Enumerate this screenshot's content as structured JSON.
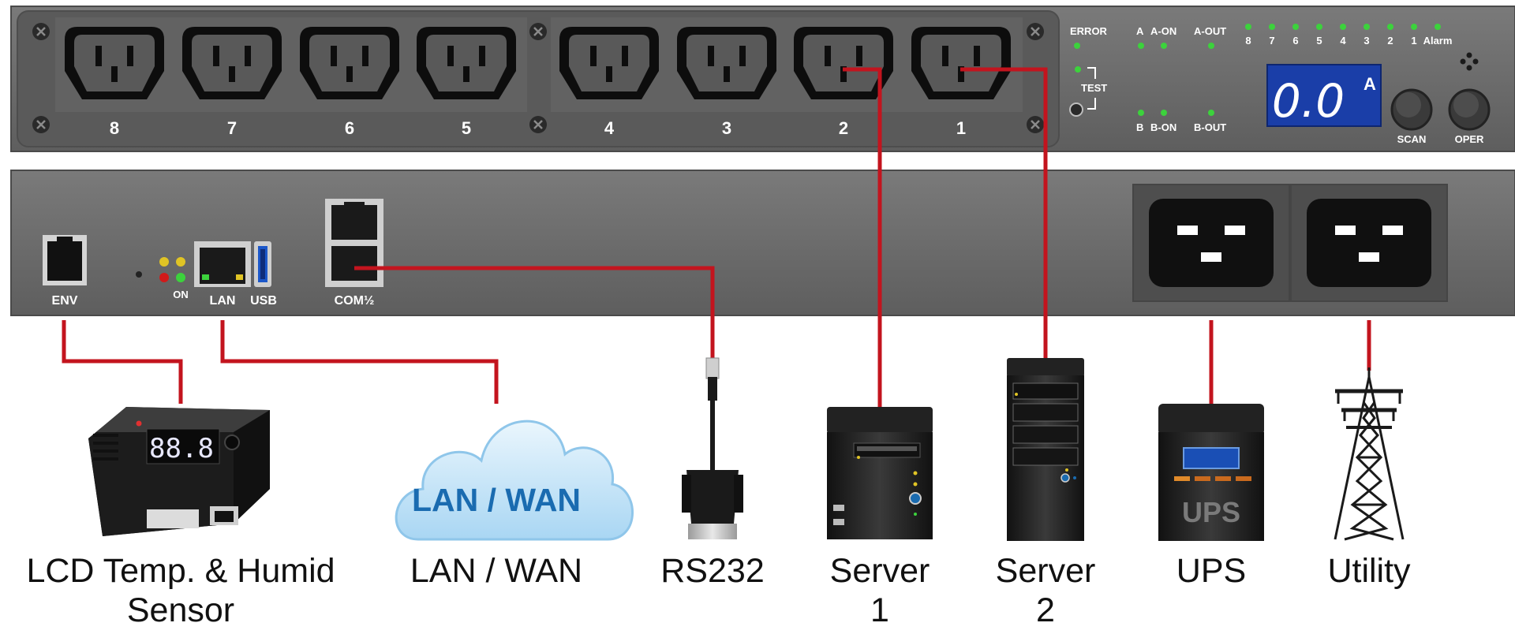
{
  "front_panel": {
    "outlet_numbers": [
      "8",
      "7",
      "6",
      "5",
      "4",
      "3",
      "2",
      "1"
    ],
    "led_labels": {
      "error": "ERROR",
      "test": "TEST",
      "a": "A",
      "a_on": "A-ON",
      "a_out": "A-OUT",
      "b": "B",
      "b_on": "B-ON",
      "b_out": "B-OUT",
      "outlet_leds": [
        "8",
        "7",
        "6",
        "5",
        "4",
        "3",
        "2",
        "1"
      ],
      "alarm": "Alarm"
    },
    "display": {
      "value": "0.0",
      "unit": "A"
    },
    "buttons": {
      "scan": "SCAN",
      "oper": "OPER"
    }
  },
  "rear_panel": {
    "ports": {
      "env": "ENV",
      "on": "ON",
      "lan": "LAN",
      "usb": "USB",
      "com": "COM½"
    }
  },
  "devices": {
    "sensor": {
      "label_line1": "LCD Temp. & Humid",
      "label_line2": "Sensor",
      "display": "88.8"
    },
    "cloud": {
      "label": "LAN / WAN",
      "text": "LAN / WAN"
    },
    "rs232": {
      "label": "RS232"
    },
    "server1": {
      "label_line1": "Server",
      "label_line2": "1"
    },
    "server2": {
      "label_line1": "Server",
      "label_line2": "2"
    },
    "ups": {
      "label": "UPS",
      "text": "UPS"
    },
    "utility": {
      "label": "Utility"
    }
  },
  "colors": {
    "cable": "#c3141e",
    "panel": "#6b6b6b",
    "panel_dark": "#575757",
    "outlet": "#111111",
    "led": "#3cd23c",
    "display_bg": "#1a3ea8",
    "cloud": "#bfe2f7",
    "cloud_text": "#1a6bb0"
  }
}
